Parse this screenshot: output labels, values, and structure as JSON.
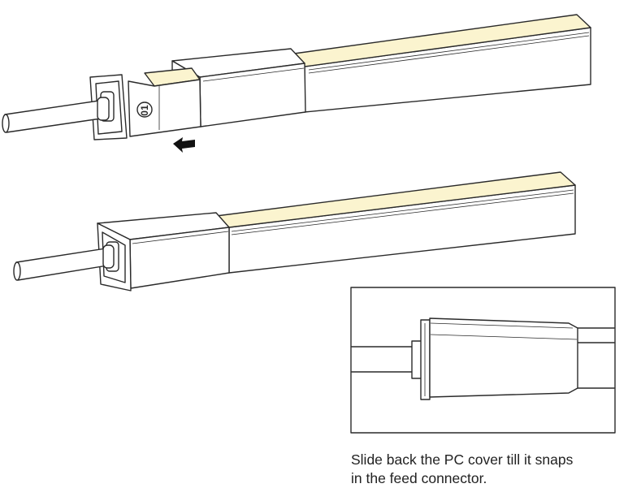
{
  "figure": {
    "caption_lines": [
      "Slide back the PC cover till it snaps",
      "in the feed connector."
    ],
    "endcap_marking": "01",
    "colors": {
      "line": "#2a2a2a",
      "led_face": "#fbf4cf",
      "profile_body": "#ffffff",
      "background": "#ffffff"
    },
    "direction_arrow": "arrow-left"
  }
}
